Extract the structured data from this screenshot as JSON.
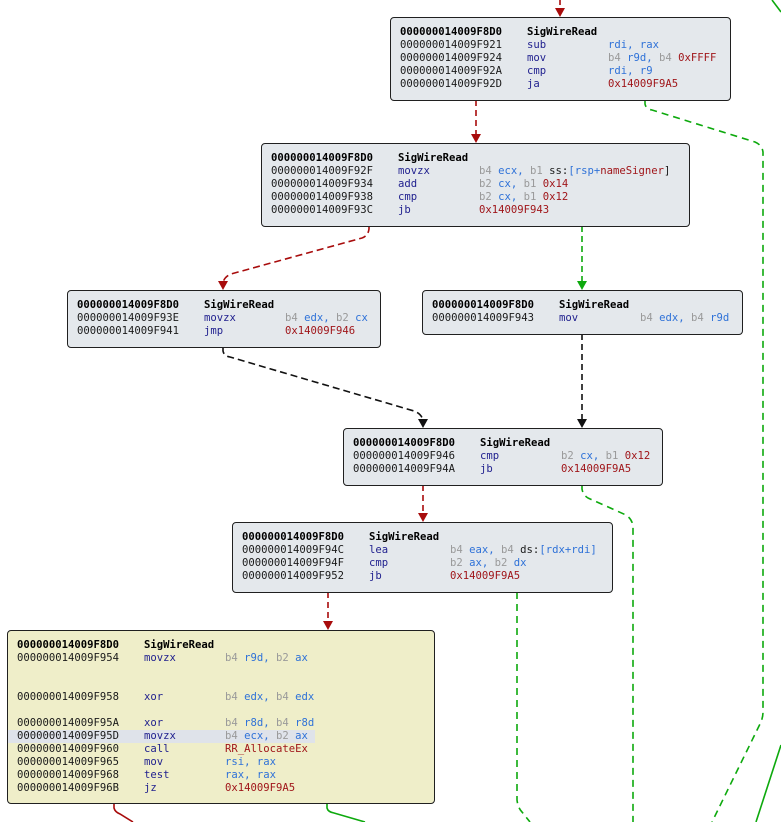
{
  "function_name": "SigWireRead",
  "colors": {
    "block_bg": "#e4e8ec",
    "block_bg_current": "#efeec9",
    "edge_taken": "#0da90d",
    "edge_not_taken": "#a80c0c",
    "edge_unconditional": "#111111",
    "mnemonic": "#1f1f8e",
    "register": "#2f72d8",
    "immediate": "#a0161a",
    "size_prefix": "#9a9a9a"
  },
  "blocks": [
    {
      "id": "b1",
      "header_addr": "000000014009F8D0",
      "header_name": "SigWireRead",
      "rows": [
        {
          "addr": "000000014009F921",
          "mn": "sub",
          "ops": [
            [
              "reg",
              "rdi, rax"
            ]
          ]
        },
        {
          "addr": "000000014009F924",
          "mn": "mov",
          "ops": [
            [
              "size",
              "b4 "
            ],
            [
              "reg",
              "r9d, "
            ],
            [
              "size",
              "b4 "
            ],
            [
              "num",
              "0xFFFF"
            ]
          ]
        },
        {
          "addr": "000000014009F92A",
          "mn": "cmp",
          "ops": [
            [
              "reg",
              "rdi, r9"
            ]
          ]
        },
        {
          "addr": "000000014009F92D",
          "mn": "ja",
          "ops": [
            [
              "lbl",
              "0x14009F9A5"
            ]
          ]
        }
      ]
    },
    {
      "id": "b2",
      "header_addr": "000000014009F8D0",
      "header_name": "SigWireRead",
      "rows": [
        {
          "addr": "000000014009F92F",
          "mn": "movzx",
          "ops": [
            [
              "size",
              "b4 "
            ],
            [
              "reg",
              "ecx, "
            ],
            [
              "size",
              "b1 "
            ],
            [
              "plain",
              "ss:"
            ],
            [
              "punc",
              "["
            ],
            [
              "reg",
              "rsp+"
            ],
            [
              "num",
              "nameSigner"
            ],
            [
              "plain",
              "]"
            ]
          ]
        },
        {
          "addr": "000000014009F934",
          "mn": "add",
          "ops": [
            [
              "size",
              "b2 "
            ],
            [
              "reg",
              "cx, "
            ],
            [
              "size",
              "b1 "
            ],
            [
              "num",
              "0x14"
            ]
          ]
        },
        {
          "addr": "000000014009F938",
          "mn": "cmp",
          "ops": [
            [
              "size",
              "b2 "
            ],
            [
              "reg",
              "cx, "
            ],
            [
              "size",
              "b1 "
            ],
            [
              "num",
              "0x12"
            ]
          ]
        },
        {
          "addr": "000000014009F93C",
          "mn": "jb",
          "ops": [
            [
              "lbl",
              "0x14009F943"
            ]
          ]
        }
      ]
    },
    {
      "id": "b3",
      "header_addr": "000000014009F8D0",
      "header_name": "SigWireRead",
      "rows": [
        {
          "addr": "000000014009F93E",
          "mn": "movzx",
          "ops": [
            [
              "size",
              "b4 "
            ],
            [
              "reg",
              "edx, "
            ],
            [
              "size",
              "b2 "
            ],
            [
              "reg",
              "cx"
            ]
          ]
        },
        {
          "addr": "000000014009F941",
          "mn": "jmp",
          "ops": [
            [
              "lbl",
              "0x14009F946"
            ]
          ]
        }
      ]
    },
    {
      "id": "b4",
      "header_addr": "000000014009F8D0",
      "header_name": "SigWireRead",
      "rows": [
        {
          "addr": "000000014009F943",
          "mn": "mov",
          "ops": [
            [
              "size",
              "b4 "
            ],
            [
              "reg",
              "edx, "
            ],
            [
              "size",
              "b4 "
            ],
            [
              "reg",
              "r9d"
            ]
          ]
        }
      ]
    },
    {
      "id": "b5",
      "header_addr": "000000014009F8D0",
      "header_name": "SigWireRead",
      "rows": [
        {
          "addr": "000000014009F946",
          "mn": "cmp",
          "ops": [
            [
              "size",
              "b2 "
            ],
            [
              "reg",
              "cx, "
            ],
            [
              "size",
              "b1 "
            ],
            [
              "num",
              "0x12"
            ]
          ]
        },
        {
          "addr": "000000014009F94A",
          "mn": "jb",
          "ops": [
            [
              "lbl",
              "0x14009F9A5"
            ]
          ]
        }
      ]
    },
    {
      "id": "b6",
      "header_addr": "000000014009F8D0",
      "header_name": "SigWireRead",
      "rows": [
        {
          "addr": "000000014009F94C",
          "mn": "lea",
          "ops": [
            [
              "size",
              "b4 "
            ],
            [
              "reg",
              "eax, "
            ],
            [
              "size",
              "b4 "
            ],
            [
              "plain",
              "ds:"
            ],
            [
              "punc",
              "["
            ],
            [
              "reg",
              "rdx+rdi"
            ],
            [
              "punc",
              "]"
            ]
          ]
        },
        {
          "addr": "000000014009F94F",
          "mn": "cmp",
          "ops": [
            [
              "size",
              "b2 "
            ],
            [
              "reg",
              "ax, "
            ],
            [
              "size",
              "b2 "
            ],
            [
              "reg",
              "dx"
            ]
          ]
        },
        {
          "addr": "000000014009F952",
          "mn": "jb",
          "ops": [
            [
              "lbl",
              "0x14009F9A5"
            ]
          ]
        }
      ]
    },
    {
      "id": "b7",
      "current": true,
      "header_addr": "000000014009F8D0",
      "header_name": "SigWireRead",
      "rows": [
        {
          "addr": "000000014009F954",
          "mn": "movzx",
          "ops": [
            [
              "size",
              "b4 "
            ],
            [
              "reg",
              "r9d, "
            ],
            [
              "size",
              "b2 "
            ],
            [
              "reg",
              "ax"
            ]
          ]
        },
        {
          "gap": true
        },
        {
          "gap": true
        },
        {
          "addr": "000000014009F958",
          "mn": "xor",
          "ops": [
            [
              "size",
              "b4 "
            ],
            [
              "reg",
              "edx, "
            ],
            [
              "size",
              "b4 "
            ],
            [
              "reg",
              "edx"
            ]
          ]
        },
        {
          "gap": true
        },
        {
          "addr": "000000014009F95A",
          "mn": "xor",
          "ops": [
            [
              "size",
              "b4 "
            ],
            [
              "reg",
              "r8d, "
            ],
            [
              "size",
              "b4 "
            ],
            [
              "reg",
              "r8d"
            ]
          ]
        },
        {
          "addr": "000000014009F95D",
          "mn": "movzx",
          "highlight": true,
          "ops": [
            [
              "size",
              "b4 "
            ],
            [
              "reg",
              "ecx, "
            ],
            [
              "size",
              "b2 "
            ],
            [
              "reg",
              "ax"
            ]
          ]
        },
        {
          "addr": "000000014009F960",
          "mn": "call",
          "ops": [
            [
              "lbl",
              "RR_AllocateEx"
            ]
          ]
        },
        {
          "addr": "000000014009F965",
          "mn": "mov",
          "ops": [
            [
              "reg",
              "rsi, rax"
            ]
          ]
        },
        {
          "addr": "000000014009F968",
          "mn": "test",
          "ops": [
            [
              "reg",
              "rax, rax"
            ]
          ]
        },
        {
          "addr": "000000014009F96B",
          "mn": "jz",
          "ops": [
            [
              "lbl",
              "0x14009F9A5"
            ]
          ]
        }
      ]
    }
  ],
  "edges": [
    {
      "from": "entry",
      "to": "b1",
      "kind": "not_taken"
    },
    {
      "from": "b1",
      "to": "b2",
      "kind": "not_taken"
    },
    {
      "from": "b1",
      "to": "0x14009F9A5",
      "kind": "taken"
    },
    {
      "from": "b2",
      "to": "b3",
      "kind": "not_taken"
    },
    {
      "from": "b2",
      "to": "b4",
      "kind": "taken"
    },
    {
      "from": "b3",
      "to": "b5",
      "kind": "unconditional"
    },
    {
      "from": "b4",
      "to": "b5",
      "kind": "unconditional"
    },
    {
      "from": "b5",
      "to": "b6",
      "kind": "not_taken"
    },
    {
      "from": "b5",
      "to": "0x14009F9A5",
      "kind": "taken"
    },
    {
      "from": "b6",
      "to": "b7",
      "kind": "not_taken"
    },
    {
      "from": "b6",
      "to": "0x14009F9A5",
      "kind": "taken"
    },
    {
      "from": "b7",
      "to": "next",
      "kind": "not_taken"
    },
    {
      "from": "b7",
      "to": "0x14009F9A5",
      "kind": "taken"
    }
  ]
}
